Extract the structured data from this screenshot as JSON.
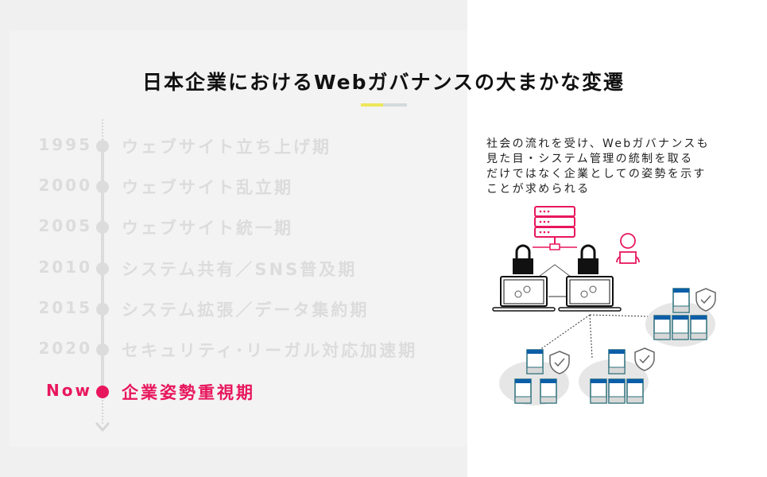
{
  "title": "日本企業におけるWebガバナンスの大まかな変遷",
  "timeline": [
    {
      "year": "1995",
      "label": "ウェブサイト立ち上げ期"
    },
    {
      "year": "2000",
      "label": "ウェブサイト乱立期"
    },
    {
      "year": "2005",
      "label": "ウェブサイト統一期"
    },
    {
      "year": "2010",
      "label": "システム共有／SNS普及期"
    },
    {
      "year": "2015",
      "label": "システム拡張／データ集約期"
    },
    {
      "year": "2020",
      "label": "セキュリティ･リーガル対応加速期"
    },
    {
      "year": "Now",
      "label": "企業姿勢重視期"
    }
  ],
  "description": [
    "社会の流れを受け、Webガバナンスも",
    "見た目・システム管理の統制を取る",
    "だけではなく企業としての姿勢を示す",
    "ことが求められる"
  ],
  "colors": {
    "accent": "#e8175d",
    "inactive": "#dcdcdc",
    "yellow": "#ede75a"
  }
}
